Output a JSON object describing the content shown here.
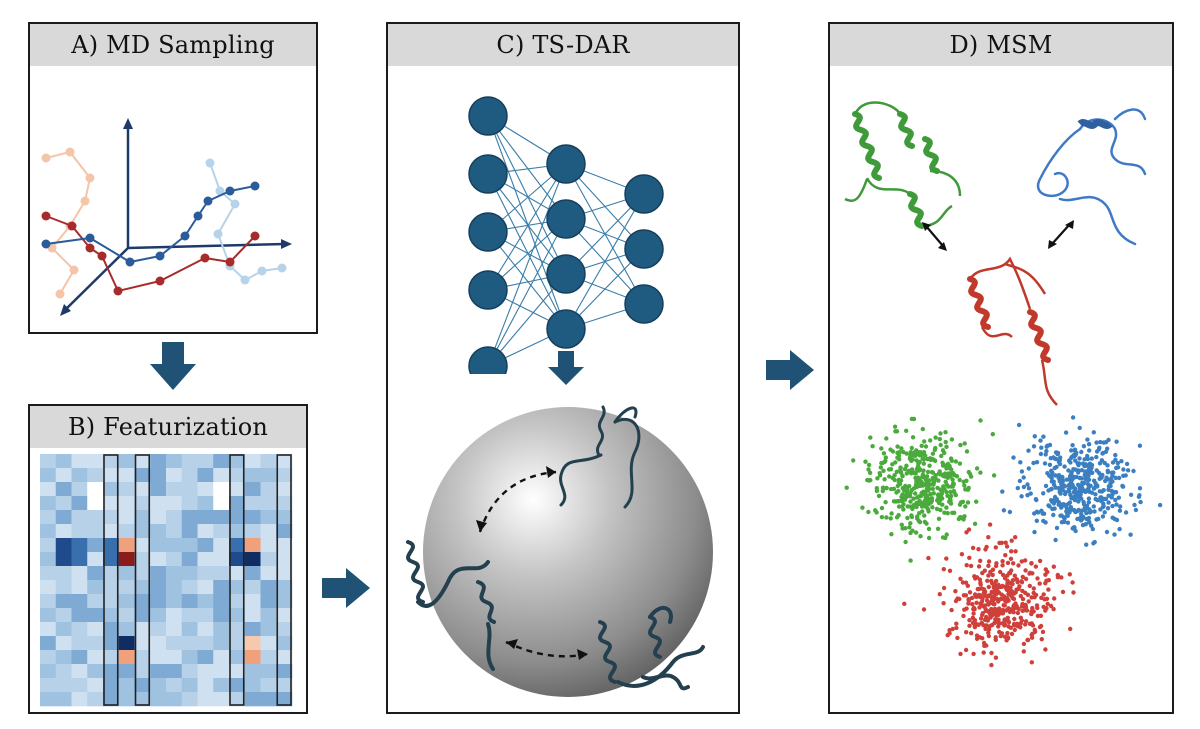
{
  "panels": {
    "a_title": "A) MD Sampling",
    "b_title": "B) Featurization",
    "c_title": "C) TS-DAR",
    "d_title": "D) MSM"
  },
  "colors": {
    "header_bg": "#d9d9d9",
    "network_node": "#1f5a80",
    "network_edge": "#3a7da8",
    "flow_arrow": "#1f5274",
    "protein_green": "#3f9a3a",
    "protein_blue": "#3f7ac6",
    "protein_red": "#c0392b",
    "protein_dark": "#24404f",
    "cluster_green": "#4aaa3c",
    "cluster_blue": "#3b7fc1",
    "cluster_red": "#d0403a"
  },
  "network": {
    "layers": [
      5,
      4,
      3
    ]
  },
  "heatmap": {
    "rows": 18,
    "cols": 16,
    "highlighted_columns": [
      4,
      6,
      12,
      15
    ]
  },
  "clusters": [
    {
      "name": "green",
      "count": 420
    },
    {
      "name": "blue",
      "count": 420
    },
    {
      "name": "red",
      "count": 420
    }
  ]
}
